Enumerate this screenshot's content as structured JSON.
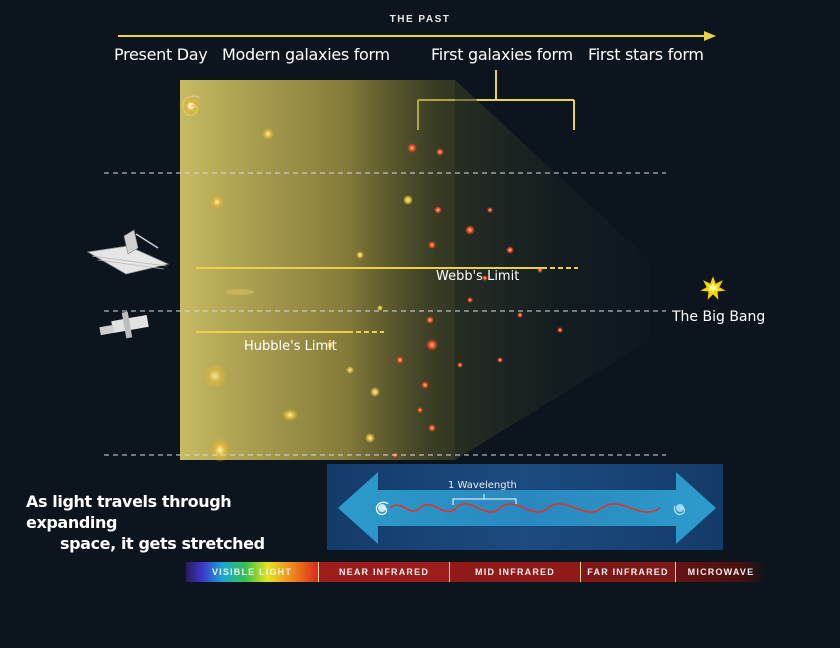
{
  "timeline": {
    "title": "THE PAST",
    "eras": [
      {
        "label": "Present Day"
      },
      {
        "label": "Modern galaxies form"
      },
      {
        "label": "First galaxies form"
      },
      {
        "label": "First stars form"
      }
    ]
  },
  "limits": {
    "webb": "Webb's Limit",
    "hubble": "Hubble's Limit"
  },
  "big_bang": {
    "label": "The Big Bang",
    "icon": "starburst-icon",
    "color": "#f5d400"
  },
  "stretch": {
    "line1": "As light travels through expanding",
    "line2": "space, it gets stretched",
    "wavelength_label": "1 Wavelength"
  },
  "spectrum": {
    "segments": [
      {
        "label": "VISIBLE LIGHT"
      },
      {
        "label": "NEAR INFRARED"
      },
      {
        "label": "MID INFRARED"
      },
      {
        "label": "FAR INFRARED"
      },
      {
        "label": "MICROWAVE"
      }
    ]
  },
  "colors": {
    "background": "#0c141d",
    "accent_yellow": "#e7d24a",
    "cone": "#c9b64a",
    "wave_red": "#e0332a",
    "panel_blue": "#1e4f8a"
  },
  "icons": [
    "telescope-webb-icon",
    "telescope-hubble-icon",
    "spiral-galaxy-icon",
    "starburst-icon"
  ]
}
